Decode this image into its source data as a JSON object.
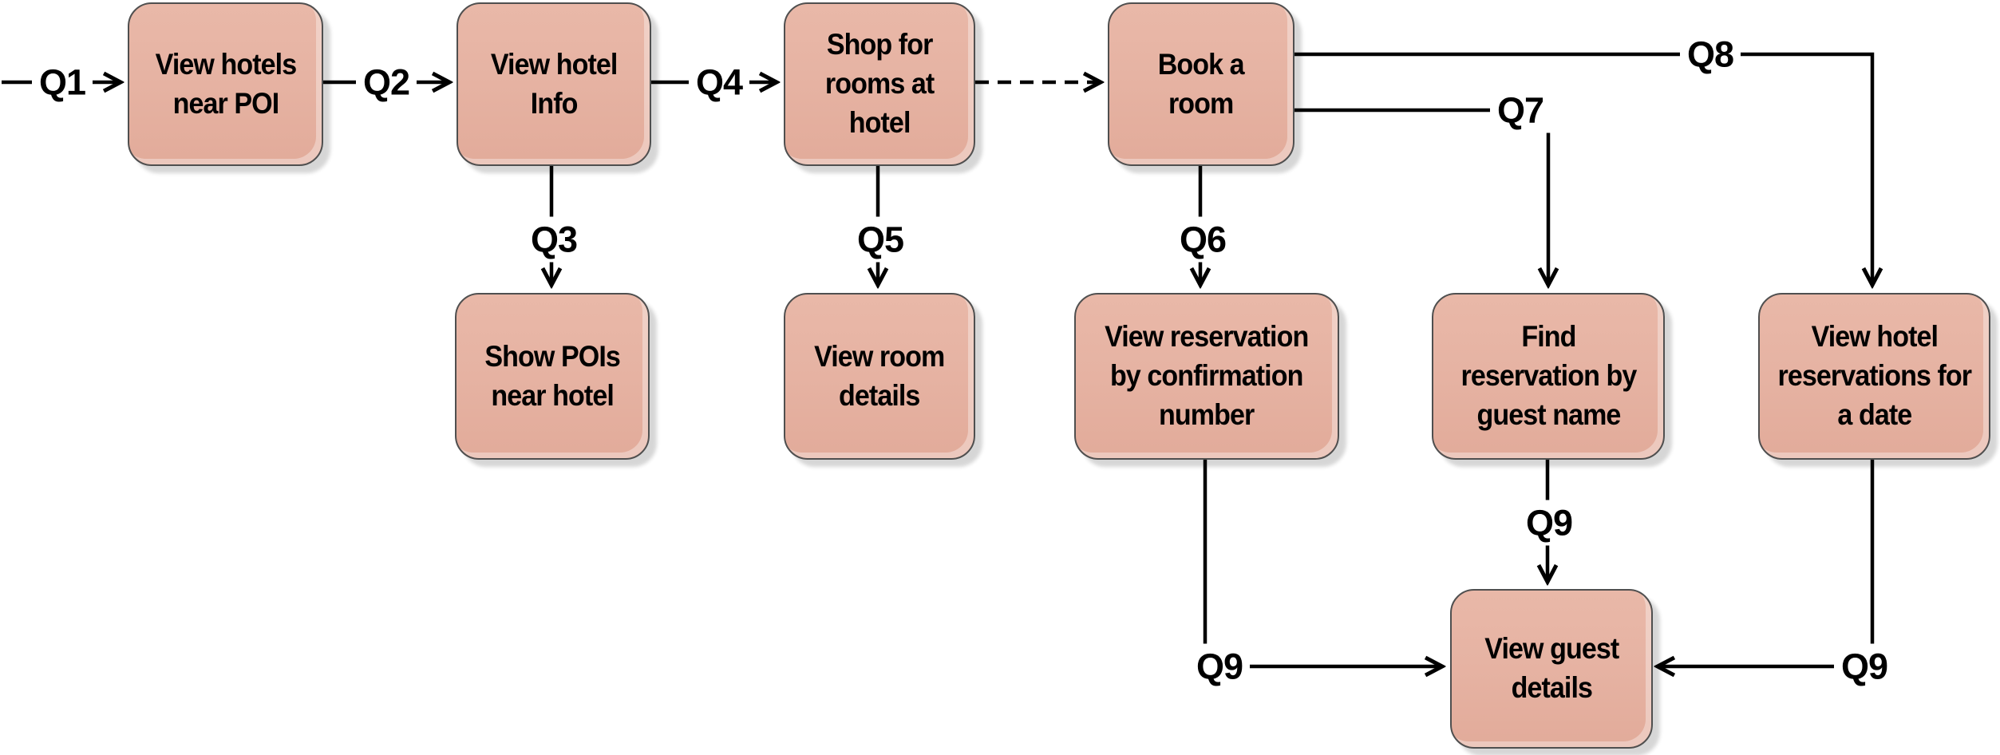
{
  "colors": {
    "background": "#ffffff",
    "node_fill": "#e6b3a3",
    "node_border": "#4f4f4f",
    "line": "#000000",
    "text": "#000000"
  },
  "diagram": {
    "type": "flowchart",
    "nodes": [
      {
        "id": "view-hotels-near-poi",
        "label": "View hotels\nnear POI"
      },
      {
        "id": "view-hotel-info",
        "label": "View hotel\nInfo"
      },
      {
        "id": "shop-for-rooms-at-hotel",
        "label": "Shop for\nrooms at\nhotel"
      },
      {
        "id": "book-a-room",
        "label": "Book a\nroom"
      },
      {
        "id": "show-pois-near-hotel",
        "label": "Show POIs\nnear hotel"
      },
      {
        "id": "view-room-details",
        "label": "View room\ndetails"
      },
      {
        "id": "view-reservation-by-confirmation-number",
        "label": "View reservation\nby confirmation\nnumber"
      },
      {
        "id": "find-reservation-by-guest-name",
        "label": "Find\nreservation by\nguest name"
      },
      {
        "id": "view-hotel-reservations-for-a-date",
        "label": "View hotel\nreservations for\na date"
      },
      {
        "id": "view-guest-details",
        "label": "View guest\ndetails"
      }
    ],
    "edges": [
      {
        "id": "q1",
        "label": "Q1",
        "style": "solid",
        "from": "",
        "to": "view-hotels-near-poi"
      },
      {
        "id": "q2",
        "label": "Q2",
        "style": "solid",
        "from": "view-hotels-near-poi",
        "to": "view-hotel-info"
      },
      {
        "id": "q3",
        "label": "Q3",
        "style": "solid",
        "from": "view-hotel-info",
        "to": "show-pois-near-hotel"
      },
      {
        "id": "q4",
        "label": "Q4",
        "style": "solid",
        "from": "view-hotel-info",
        "to": "shop-for-rooms-at-hotel"
      },
      {
        "id": "shop-to-book",
        "label": "",
        "style": "dashed",
        "from": "shop-for-rooms-at-hotel",
        "to": "book-a-room"
      },
      {
        "id": "q5",
        "label": "Q5",
        "style": "solid",
        "from": "shop-for-rooms-at-hotel",
        "to": "view-room-details"
      },
      {
        "id": "q6",
        "label": "Q6",
        "style": "solid",
        "from": "book-a-room",
        "to": "view-reservation-by-confirmation-number"
      },
      {
        "id": "q7",
        "label": "Q7",
        "style": "solid",
        "from": "book-a-room",
        "to": "find-reservation-by-guest-name"
      },
      {
        "id": "q8",
        "label": "Q8",
        "style": "solid",
        "from": "book-a-room",
        "to": "view-hotel-reservations-for-a-date"
      },
      {
        "id": "q9-from-confirmation",
        "label": "Q9",
        "style": "solid",
        "from": "view-reservation-by-confirmation-number",
        "to": "view-guest-details"
      },
      {
        "id": "q9-from-guest-name",
        "label": "Q9",
        "style": "solid",
        "from": "find-reservation-by-guest-name",
        "to": "view-guest-details"
      },
      {
        "id": "q9-from-date",
        "label": "Q9",
        "style": "solid",
        "from": "view-hotel-reservations-for-a-date",
        "to": "view-guest-details"
      }
    ]
  }
}
